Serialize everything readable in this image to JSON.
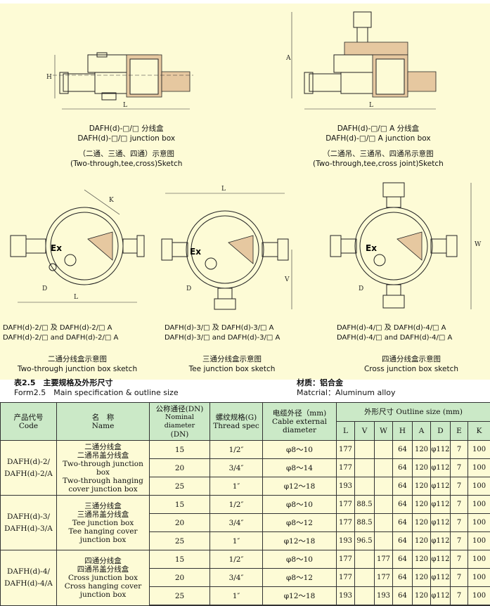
{
  "sketch_top": [
    {
      "model": "DAFH(d)-□/□ 分线盒",
      "model_en": "DAFH(d)-□/□ junction box",
      "title": "（二通、三通、四通）示意图",
      "title_en": "(Two-through,tee,cross)Sketch",
      "dims": [
        "H",
        "L"
      ]
    },
    {
      "model": "DAFH(d)-□/□ A 分线盒",
      "model_en": "DAFH(d)-□/□ A junction box",
      "title": "（二通吊、三通吊、四通吊示意图",
      "title_en": "(Two-through,tee,cross joint)Sketch",
      "dims": [
        "A",
        "L"
      ]
    }
  ],
  "sketch_mid": [
    {
      "line1": "DAFH(d)-2/□ 及 DAFH(d)-2/□ A",
      "line2": "DAFH(d)-2/□ and DAFH(d)-2/□ A",
      "title": "二通分线盒示意图",
      "title_en": "Two-through junction box sketch",
      "dims": [
        "K",
        "D",
        "L"
      ]
    },
    {
      "line1": "DAFH(d)-3/□ 及 DAFH(d)-3/□ A",
      "line2": "DAFH(d)-3/□ and DAFH(d)-3/□ A",
      "title": "三通分线盒示意图",
      "title_en": "Tee junction box sketch",
      "dims": [
        "L",
        "V",
        "D"
      ]
    },
    {
      "line1": "DAFH(d)-4/□ 及 DAFH(d)-4/□ A",
      "line2": "DAFH(d)-4/□ and DAFH(d)-4/□ A",
      "title": "四通分线盒示意图",
      "title_en": "Cross junction box sketch",
      "dims": [
        "W",
        "D"
      ]
    }
  ],
  "ex_mark": "Ex",
  "table_title": "表2.5　主要规格及外形尺寸",
  "table_title_en": "Form2.5　Main specification & outline size",
  "material": "材质：铝合金",
  "material_en": "Matcrial：Aluminum alloy",
  "headers": {
    "code": "产品代号",
    "code_en": "Code",
    "name": "名　称",
    "name_en": "Name",
    "dn": "公称通径(DN)",
    "dn_en": "Nominal diameter",
    "dn_unit": "(DN)",
    "thread": "螺纹规格(G)",
    "thread_en": "Thread spec",
    "cable": "电缆外径（mm)",
    "cable_en": "Cable external",
    "cable_en2": "diameter",
    "outline": "外形尺寸 Outline size (mm)",
    "dims": [
      "L",
      "V",
      "W",
      "H",
      "A",
      "D",
      "E",
      "K"
    ]
  },
  "groups": [
    {
      "code": [
        "DAFH(d)-2/",
        "DAFH(d)-2/A"
      ],
      "name": [
        "二通分线盒",
        "二通吊盖分线盒",
        "Two-through junction box",
        "Two-through hanging",
        "cover junction box"
      ],
      "rows": [
        [
          "15",
          "1/2″",
          "φ8～10",
          "177",
          "",
          "",
          "64",
          "120",
          "φ112",
          "7",
          "100"
        ],
        [
          "20",
          "3/4″",
          "φ8～14",
          "177",
          "",
          "",
          "64",
          "120",
          "φ112",
          "7",
          "100"
        ],
        [
          "25",
          "1″",
          "φ12～18",
          "193",
          "",
          "",
          "64",
          "120",
          "φ112",
          "7",
          "100"
        ]
      ]
    },
    {
      "code": [
        "DAFH(d)-3/",
        "DAFH(d)-3/A"
      ],
      "name": [
        "三通分线盒",
        "三通吊盖分线盒",
        "Tee junction box",
        "Tee hanging cover",
        "junction box"
      ],
      "rows": [
        [
          "15",
          "1/2″",
          "φ8～10",
          "177",
          "88.5",
          "",
          "64",
          "120",
          "φ112",
          "7",
          "100"
        ],
        [
          "20",
          "3/4″",
          "φ8～12",
          "177",
          "88.5",
          "",
          "64",
          "120",
          "φ112",
          "7",
          "100"
        ],
        [
          "25",
          "1″",
          "φ12～18",
          "193",
          "96.5",
          "",
          "64",
          "120",
          "φ112",
          "7",
          "100"
        ]
      ]
    },
    {
      "code": [
        "DAFH(d)-4/",
        "DAFH(d)-4/A"
      ],
      "name": [
        "四通分线盒",
        "四通吊盖分线盒",
        "Cross junction box",
        "Cross hanging cover",
        "junction box"
      ],
      "rows": [
        [
          "15",
          "1/2″",
          "φ8～10",
          "177",
          "",
          "177",
          "64",
          "120",
          "φ112",
          "7",
          "100"
        ],
        [
          "20",
          "3/4″",
          "φ8～12",
          "177",
          "",
          "177",
          "64",
          "120",
          "φ112",
          "7",
          "100"
        ],
        [
          "25",
          "1″",
          "φ12～18",
          "193",
          "",
          "193",
          "64",
          "120",
          "φ112",
          "7",
          "100"
        ]
      ]
    }
  ]
}
